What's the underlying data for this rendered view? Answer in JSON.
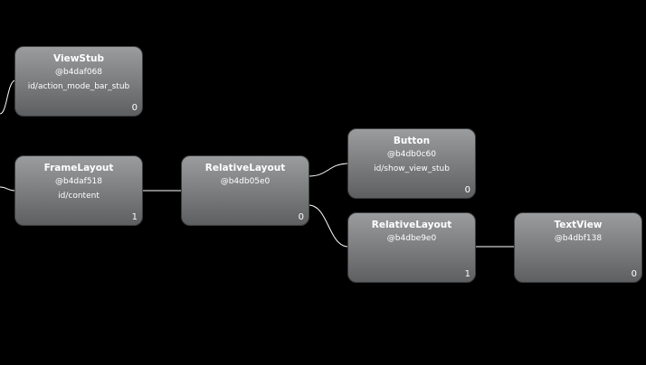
{
  "colors": {
    "background": "#000000",
    "connector": "#ffffff",
    "node_top": "#9a9c9e",
    "node_bottom": "#5d5f61"
  },
  "nodes": [
    {
      "title": "ViewStub",
      "hash": "@b4daf068",
      "id": "id/action_mode_bar_stub",
      "count": "0"
    },
    {
      "title": "FrameLayout",
      "hash": "@b4daf518",
      "id": "id/content",
      "count": "1"
    },
    {
      "title": "RelativeLayout",
      "hash": "@b4db05e0",
      "id": "",
      "count": "0"
    },
    {
      "title": "Button",
      "hash": "@b4db0c60",
      "id": "id/show_view_stub",
      "count": "0"
    },
    {
      "title": "RelativeLayout",
      "hash": "@b4dbe9e0",
      "id": "",
      "count": "1"
    },
    {
      "title": "TextView",
      "hash": "@b4dbf138",
      "id": "",
      "count": "0"
    }
  ]
}
